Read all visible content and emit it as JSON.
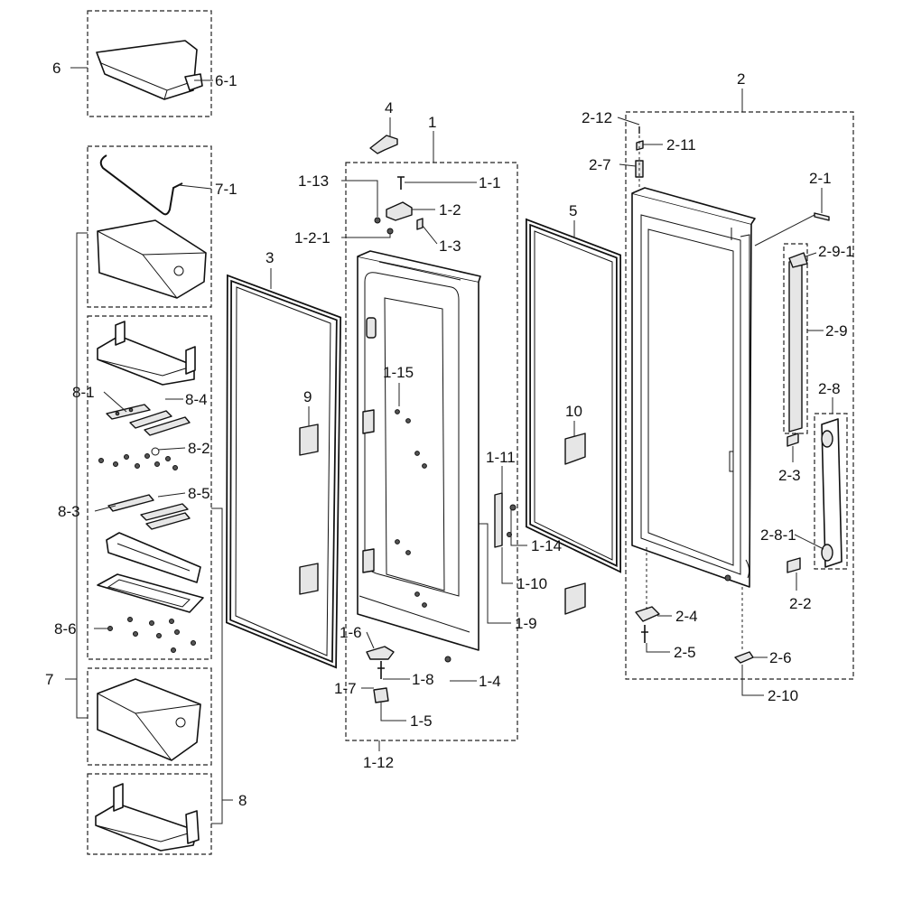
{
  "labels": {
    "l1": "1",
    "l1_1": "1-1",
    "l1_2": "1-2",
    "l1_2_1": "1-2-1",
    "l1_3": "1-3",
    "l1_4": "1-4",
    "l1_5": "1-5",
    "l1_6": "1-6",
    "l1_7": "1-7",
    "l1_8": "1-8",
    "l1_9": "1-9",
    "l1_10": "1-10",
    "l1_11": "1-11",
    "l1_12": "1-12",
    "l1_13": "1-13",
    "l1_14": "1-14",
    "l1_15": "1-15",
    "l2": "2",
    "l2_1": "2-1",
    "l2_2": "2-2",
    "l2_3": "2-3",
    "l2_4": "2-4",
    "l2_5": "2-5",
    "l2_6": "2-6",
    "l2_7": "2-7",
    "l2_8": "2-8",
    "l2_8_1": "2-8-1",
    "l2_9": "2-9",
    "l2_9_1": "2-9-1",
    "l2_10": "2-10",
    "l2_11": "2-11",
    "l2_12": "2-12",
    "l3": "3",
    "l4": "4",
    "l5": "5",
    "l6": "6",
    "l6_1": "6-1",
    "l7": "7",
    "l7_1": "7-1",
    "l8": "8",
    "l8_1": "8-1",
    "l8_2": "8-2",
    "l8_3": "8-3",
    "l8_4": "8-4",
    "l8_5": "8-5",
    "l8_6": "8-6",
    "l9": "9",
    "l10": "10"
  }
}
